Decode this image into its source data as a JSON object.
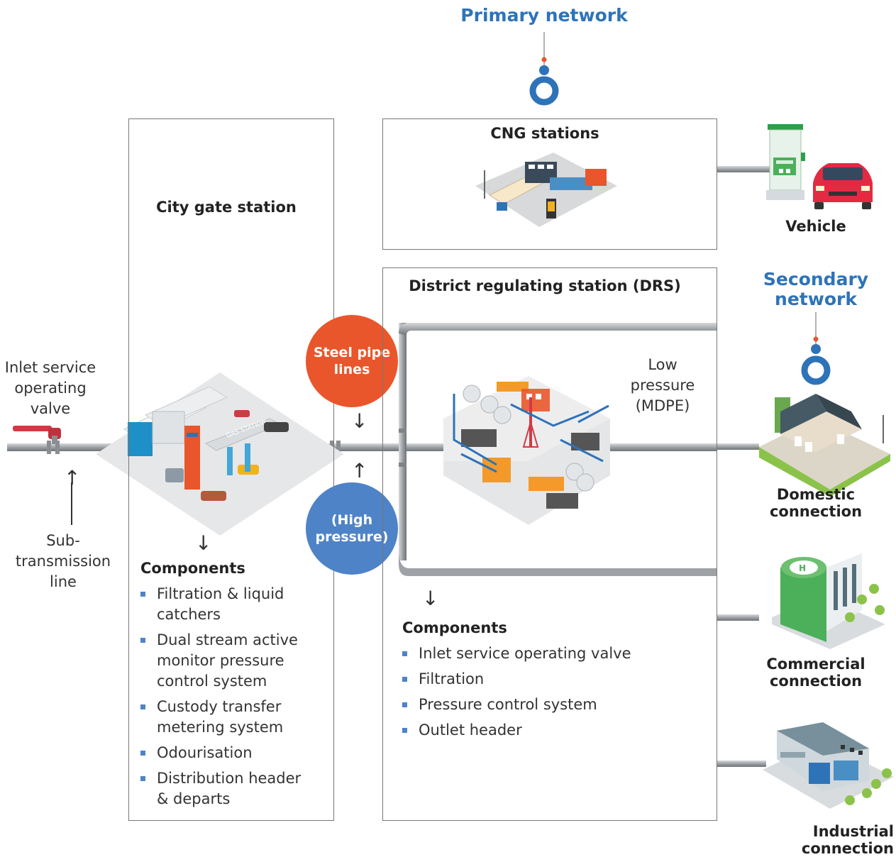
{
  "primary_network": {
    "title": "Primary network"
  },
  "secondary_network": {
    "title_line1": "Secondary",
    "title_line2": "network"
  },
  "inlet_valve": {
    "line1": "Inlet service",
    "line2": "operating",
    "line3": "valve"
  },
  "sub_transmission": {
    "line1": "Sub-",
    "line2": "transmission",
    "line3": "line"
  },
  "city_gate": {
    "title": "City gate station",
    "components_heading": "Components",
    "components": [
      {
        "line1": "Filtration & liquid",
        "line2": "catchers"
      },
      {
        "line1": "Dual stream active",
        "line2": "monitor pressure",
        "line3": "control system"
      },
      {
        "line1": "Custody transfer",
        "line2": "metering system"
      },
      {
        "line1": "Odourisation"
      },
      {
        "line1": "Distribution header",
        "line2": "& departs"
      }
    ]
  },
  "steel_pipe": {
    "line1": "Steel pipe",
    "line2": "lines",
    "color": "#e9562b"
  },
  "high_pressure": {
    "line1": "(High",
    "line2": "pressure)",
    "color": "#4f83c7"
  },
  "cng": {
    "title": "CNG stations"
  },
  "vehicle": {
    "label": "Vehicle"
  },
  "drs": {
    "title": "District regulating station (DRS)",
    "low_pressure": {
      "line1": "Low",
      "line2": "pressure",
      "line3": "(MDPE)"
    },
    "components_heading": "Components",
    "components": [
      "Inlet service operating valve",
      "Filtration",
      "Pressure control system",
      "Outlet header"
    ]
  },
  "domestic": {
    "line1": "Domestic",
    "line2": "connection"
  },
  "commercial": {
    "line1": "Commercial",
    "line2": "connection"
  },
  "industrial": {
    "label": "Industrial connection"
  },
  "colors": {
    "accent_blue": "#2e73b8",
    "orange": "#e9562b",
    "pipe": "#a8acb0"
  }
}
